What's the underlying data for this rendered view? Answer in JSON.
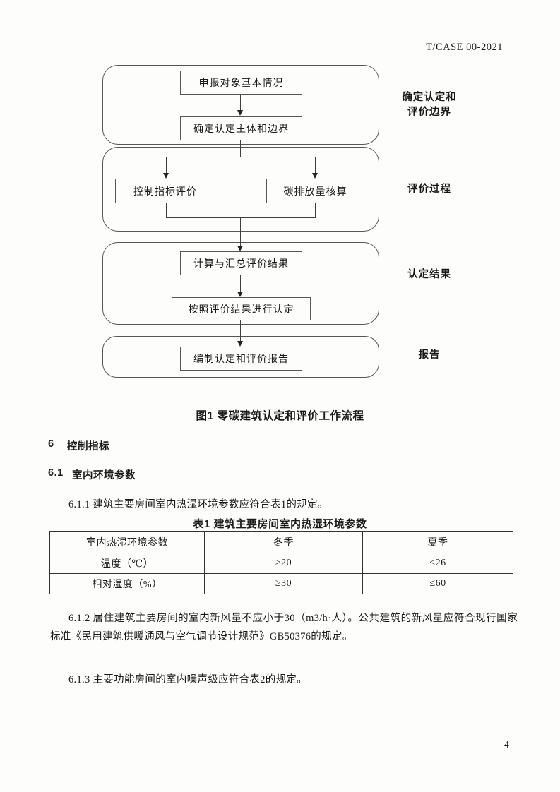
{
  "header": {
    "doc_code": "T/CASE  00-2021"
  },
  "flowchart": {
    "boxes": {
      "b1": "申报对象基本情况",
      "b2": "确定认定主体和边界",
      "b3": "控制指标评价",
      "b4": "碳排放量核算",
      "b5": "计算与汇总评价结果",
      "b6": "按照评价结果进行认定",
      "b7": "编制认定和评价报告"
    },
    "stage_labels": {
      "s1_line1": "确定认定和",
      "s1_line2": "评价边界",
      "s2": "评价过程",
      "s3": "认定结果",
      "s4": "报告"
    }
  },
  "figure_caption": "图1  零碳建筑认定和评价工作流程",
  "sections": {
    "h6_num": "6",
    "h6_title": "控制指标",
    "h61_num": "6.1",
    "h61_title": "室内环境参数",
    "p611": "6.1.1 建筑主要房间室内热湿环境参数应符合表1的规定。",
    "p612": "6.1.2 居住建筑主要房间的室内新风量不应小于30（m3/h·人）。公共建筑的新风量应符合现行国家标准《民用建筑供暖通风与空气调节设计规范》GB50376的规定。",
    "p613": "6.1.3 主要功能房间的室内噪声级应符合表2的规定。"
  },
  "table1": {
    "caption": "表1  建筑主要房间室内热湿环境参数",
    "headers": [
      "室内热湿环境参数",
      "冬季",
      "夏季"
    ],
    "rows": [
      [
        "温度（℃）",
        "≥20",
        "≤26"
      ],
      [
        "相对湿度（%）",
        "≥30",
        "≤60"
      ]
    ]
  },
  "footer": {
    "page_number": "4"
  },
  "colors": {
    "ink": "#1a1a1a",
    "table_border": "#333333",
    "shape_border": "#565656"
  }
}
